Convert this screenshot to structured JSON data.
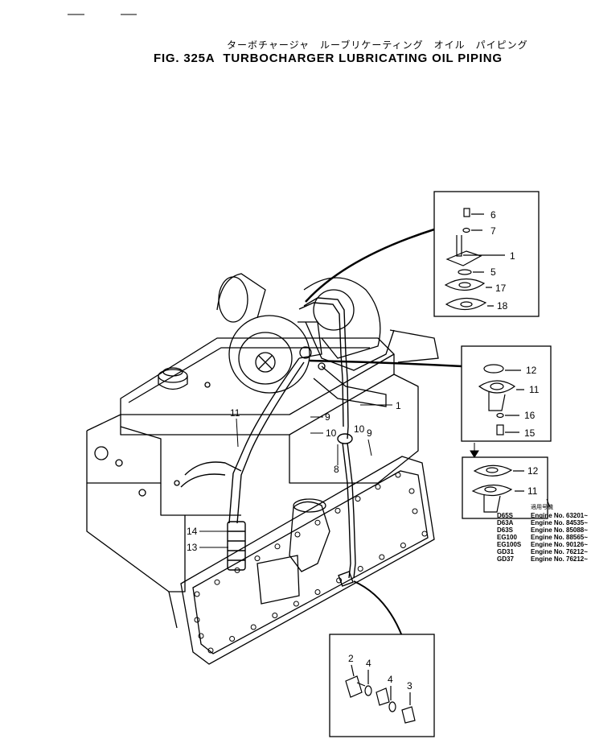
{
  "header": {
    "title_jp": "ターボチャージャ　ルーブリケーティング　オイル　パイピング",
    "fig_label": "FIG. 325A",
    "title_en": "TURBOCHARGER LUBRICATING OIL PIPING"
  },
  "callouts": {
    "main": {
      "c1": "1",
      "c9a": "9",
      "c10a": "10",
      "c11": "11",
      "c10b": "10",
      "c9b": "9",
      "c8": "8",
      "c14": "14",
      "c13": "13"
    },
    "box_top": [
      "6",
      "7",
      "1",
      "5",
      "17",
      "18"
    ],
    "box_mid": [
      "12",
      "11",
      "16",
      "15"
    ],
    "box_bottom": [
      "12",
      "11"
    ],
    "box_fitting": [
      "2",
      "4",
      "4",
      "3"
    ]
  },
  "legend": {
    "header": "適用号機",
    "rows": [
      {
        "model": "D65S",
        "engine": "Engine No. 63201~"
      },
      {
        "model": "D63A",
        "engine": "Engine No. 84535~"
      },
      {
        "model": "D63S",
        "engine": "Engine No. 85088~"
      },
      {
        "model": "EG100",
        "engine": "Engine No. 88565~"
      },
      {
        "model": "EG100S",
        "engine": "Engine No. 90126~"
      },
      {
        "model": "GD31",
        "engine": "Engine No. 76212~"
      },
      {
        "model": "GD37",
        "engine": "Engine No. 76212~"
      }
    ]
  }
}
